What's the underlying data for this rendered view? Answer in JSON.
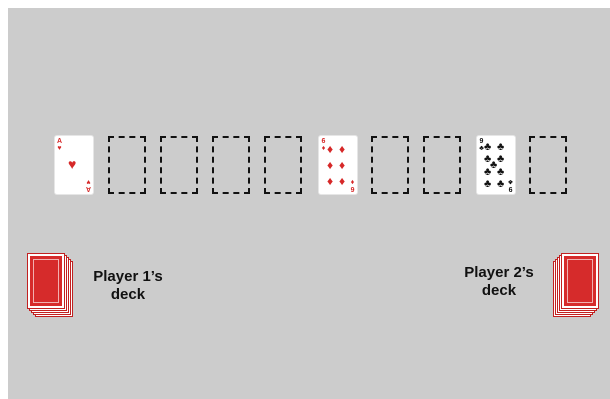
{
  "board": {
    "slots": [
      {
        "state": "card",
        "rank": "A",
        "suit": "hearts",
        "symbol": "♥",
        "color": "red"
      },
      {
        "state": "empty"
      },
      {
        "state": "empty"
      },
      {
        "state": "empty"
      },
      {
        "state": "empty"
      },
      {
        "state": "card",
        "rank": "6",
        "suit": "diamonds",
        "symbol": "♦",
        "color": "red"
      },
      {
        "state": "empty"
      },
      {
        "state": "empty"
      },
      {
        "state": "card",
        "rank": "9",
        "suit": "clubs",
        "symbol": "♣",
        "color": "black"
      },
      {
        "state": "empty"
      }
    ]
  },
  "players": {
    "p1": {
      "label_line1": "Player 1’s",
      "label_line2": "deck"
    },
    "p2": {
      "label_line1": "Player 2’s",
      "label_line2": "deck"
    }
  },
  "colors": {
    "table": "#cccccc",
    "card_back": "#d62b2b",
    "red_suit": "#d62828"
  }
}
